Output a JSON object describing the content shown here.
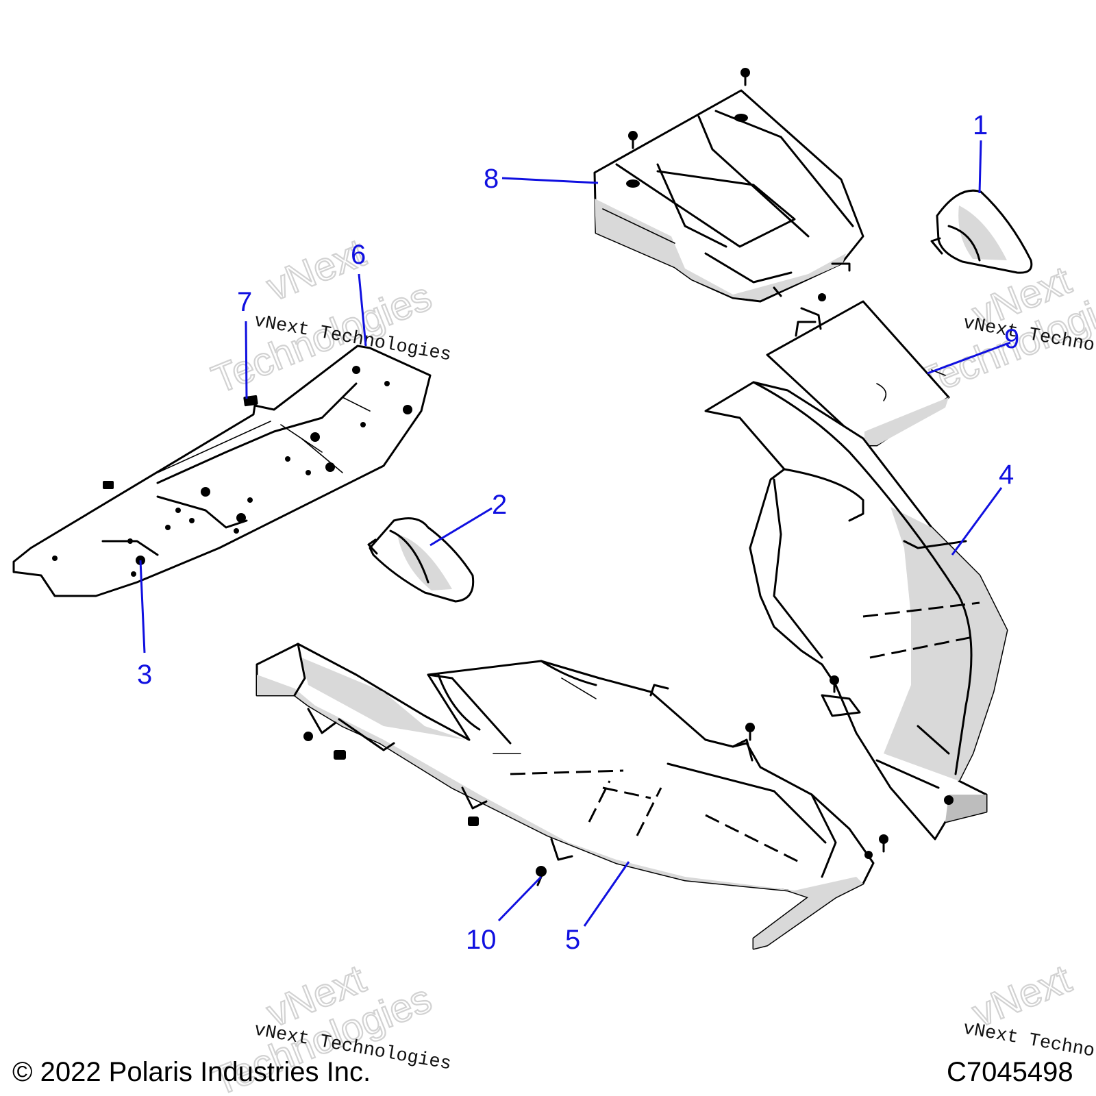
{
  "callouts": {
    "c1": "1",
    "c2": "2",
    "c3": "3",
    "c4": "4",
    "c5": "5",
    "c6": "6",
    "c7": "7",
    "c8": "8",
    "c9": "9",
    "c10": "10"
  },
  "watermark": {
    "line": "vNext Technologies",
    "brand": "vNext",
    "sub": "Technologies"
  },
  "footer": {
    "copyright": "© 2022 Polaris Industries Inc.",
    "drawing_id": "C7045498"
  },
  "colors": {
    "callout": "#1010e0",
    "line": "#000000",
    "shade": "#d9d9d9",
    "watermark": "#d2d2d2"
  }
}
